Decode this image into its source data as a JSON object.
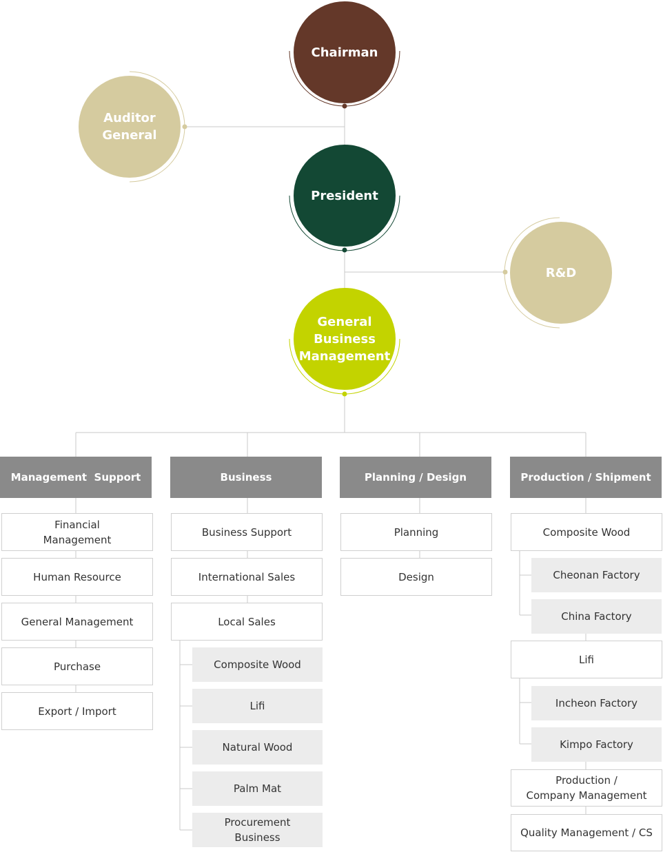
{
  "top": {
    "chairman": "Chairman",
    "auditor": "Auditor\nGeneral",
    "president": "President",
    "rnd": "R&D",
    "gbm": "General\nBusiness\nManagement"
  },
  "colors": {
    "chairman": "#643829",
    "president": "#134834",
    "gbm": "#c3d300",
    "beige": "#d5cb9f",
    "dept": "#8a8a8a",
    "sub": "#ececec"
  },
  "departments": [
    {
      "title": "Management  Support",
      "items": [
        "Financial\nManagement",
        "Human Resource",
        "General Management",
        "Purchase",
        "Export / Import"
      ]
    },
    {
      "title": "Business",
      "items": [
        "Business Support",
        "International Sales",
        "Local Sales"
      ],
      "sub_items": [
        "Composite Wood",
        "Lifi",
        "Natural Wood",
        "Palm Mat",
        "Procurement\nBusiness"
      ]
    },
    {
      "title": "Planning / Design",
      "items": [
        "Planning",
        "Design"
      ]
    },
    {
      "title": "Production / Shipment",
      "composite": "Composite Wood",
      "composite_subs": [
        "Cheonan Factory",
        "China Factory"
      ],
      "lifi": "Lifi",
      "lifi_subs": [
        "Incheon Factory",
        "Kimpo Factory"
      ],
      "items": [
        "Production /\nCompany Management",
        "Quality Management / CS"
      ]
    }
  ]
}
